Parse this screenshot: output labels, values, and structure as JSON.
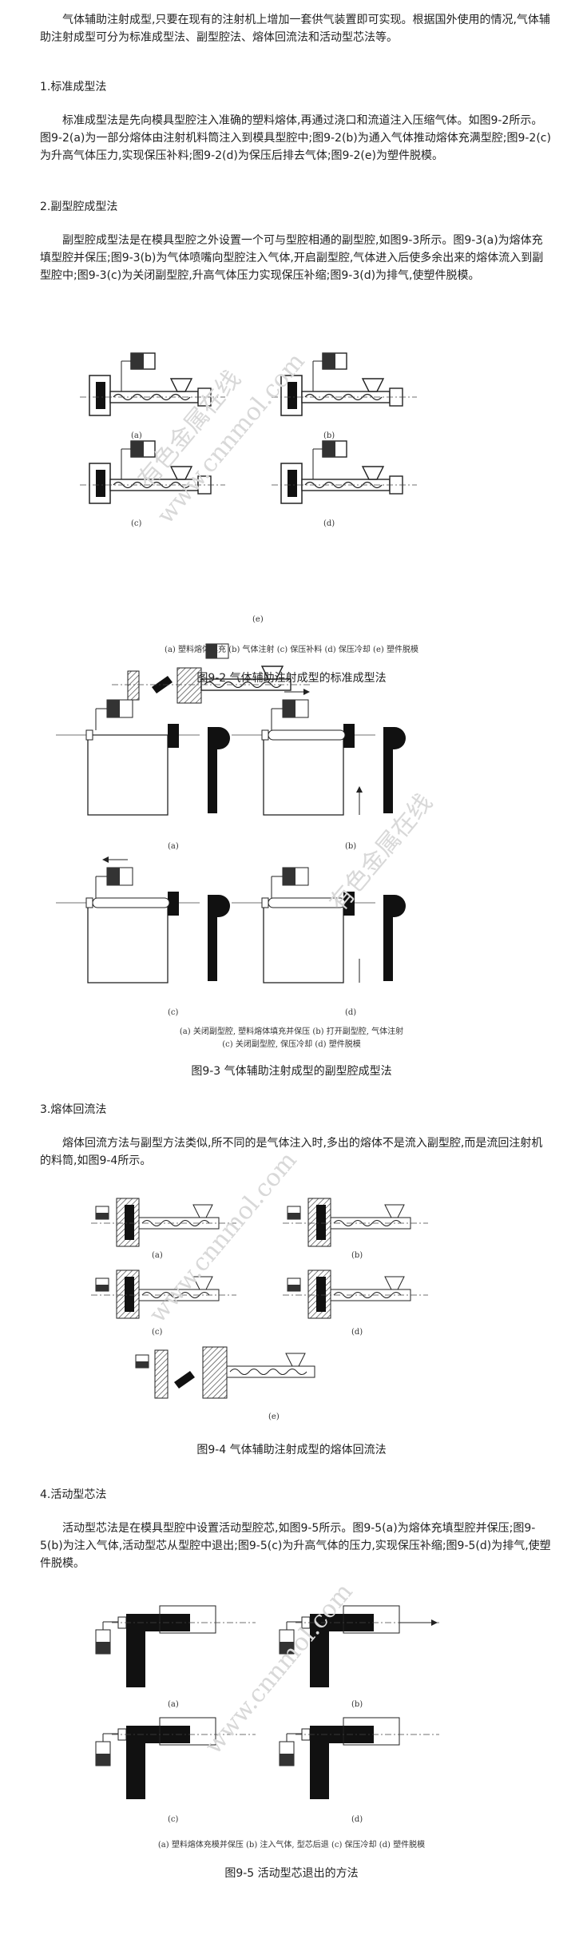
{
  "intro": "气体辅助注射成型,只要在现有的注射机上增加一套供气装置即可实现。根据国外使用的情况,气体辅助注射成型可分为标准成型法、副型腔法、熔体回流法和活动型芯法等。",
  "sec1": {
    "heading": "1.标准成型法",
    "text": "标准成型法是先向模具型腔注入准确的塑料熔体,再通过浇口和流道注入压缩气体。如图9-2所示。图9-2(a)为一部分熔体由注射机料筒注入到模具型腔中;图9-2(b)为通入气体推动熔体充满型腔;图9-2(c)为升高气体压力,实现保压补料;图9-2(d)为保压后排去气体;图9-2(e)为塑件脱模。"
  },
  "sec2": {
    "heading": "2.副型腔成型法",
    "text": "副型腔成型法是在模具型腔之外设置一个可与型腔相通的副型腔,如图9-3所示。图9-3(a)为熔体充填型腔并保压;图9-3(b)为气体喷嘴向型腔注入气体,开启副型腔,气体进入后使多余出来的熔体流入到副型腔中;图9-3(c)为关闭副型腔,升高气体压力实现保压补缩;图9-3(d)为排气,使塑件脱模。"
  },
  "sec3": {
    "heading": "3.熔体回流法",
    "text": "熔体回流方法与副型方法类似,所不同的是气体注入时,多出的熔体不是流入副型腔,而是流回注射机的料筒,如图9-4所示。"
  },
  "sec4": {
    "heading": "4.活动型芯法",
    "text": "活动型芯法是在模具型腔中设置活动型腔芯,如图9-5所示。图9-5(a)为熔体充填型腔并保压;图9-5(b)为注入气体,活动型芯从型腔中退出;图9-5(c)为升高气体的压力,实现保压补缩;图9-5(d)为排气,使塑件脱模。"
  },
  "panel_labels": {
    "a": "(a)",
    "b": "(b)",
    "c": "(c)",
    "d": "(d)",
    "e": "(e)"
  },
  "fig2": {
    "subcaption": "(a) 塑料熔体填充 (b) 气体注射 (c) 保压补料 (d) 保压冷却 (e) 塑件脱模",
    "caption": "图9-2 气体辅助注射成型的标准成型法"
  },
  "fig3": {
    "subcaption1": "(a) 关闭副型腔, 塑料熔体填充并保压 (b) 打开副型腔, 气体注射",
    "subcaption2": "(c) 关闭副型腔, 保压冷却 (d) 塑件脱模",
    "caption": "图9-3 气体辅助注射成型的副型腔成型法"
  },
  "fig4": {
    "caption": "图9-4 气体辅助注射成型的熔体回流法"
  },
  "fig5": {
    "subcaption": "(a) 塑料熔体充模并保压 (b) 注入气体, 型芯后退 (c) 保压冷却 (d) 塑件脱模",
    "caption": "图9-5 活动型芯退出的方法"
  },
  "watermark": {
    "text1": "有色金属在线",
    "text2": "www.cnnmol.com"
  }
}
